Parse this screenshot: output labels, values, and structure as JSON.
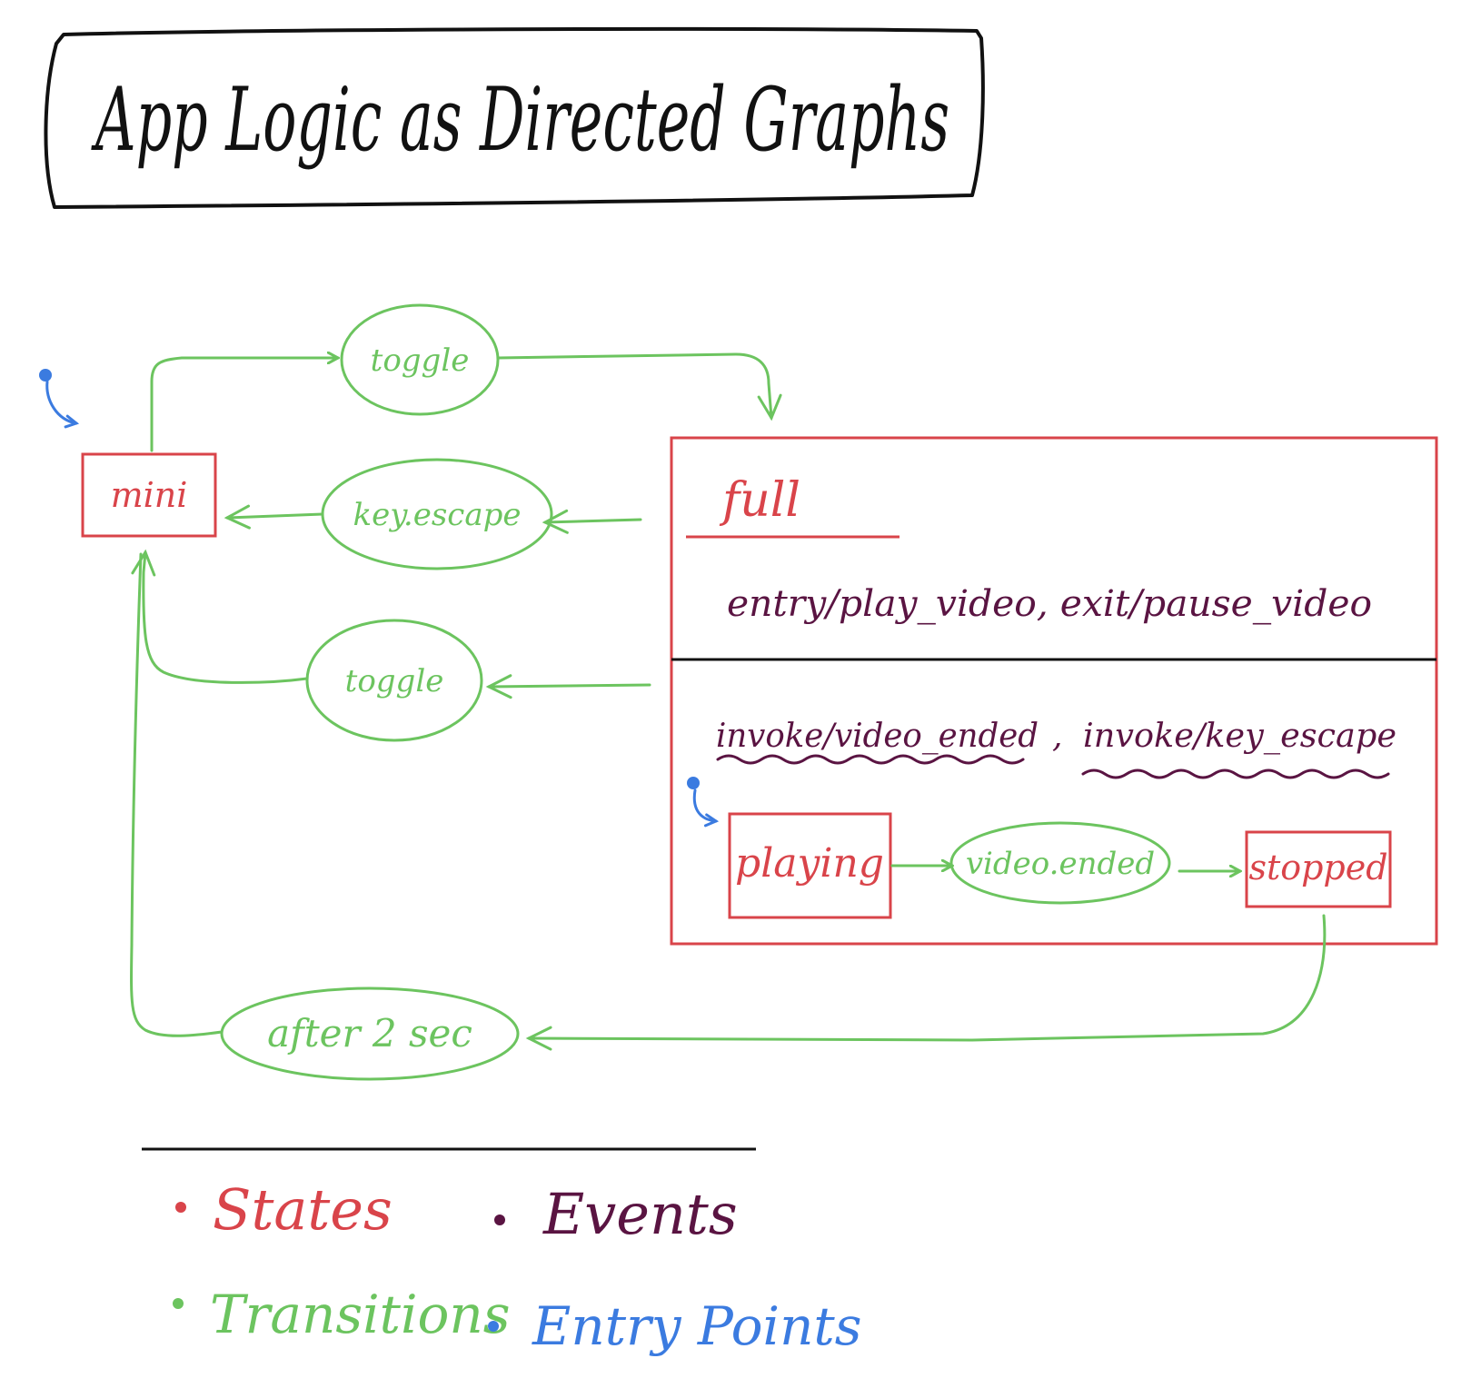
{
  "title": "App Logic as Directed Graphs",
  "colors": {
    "states": "#d9444a",
    "transitions": "#6cc45f",
    "events": "#5a1442",
    "entry_points": "#3b7be0",
    "ink": "#111111"
  },
  "states": {
    "mini": "mini",
    "full": "full",
    "playing": "playing",
    "stopped": "stopped"
  },
  "full_actions": "entry/play_video, exit/pause_video",
  "invokes": {
    "video_ended": "invoke/video_ended",
    "separator": ",",
    "key_escape": "invoke/key_escape"
  },
  "transitions": {
    "toggle_top": "toggle",
    "key_escape": "key.escape",
    "toggle_bottom": "toggle",
    "video_ended": "video.ended",
    "after_2_sec": "after 2 sec"
  },
  "legend": {
    "states": "States",
    "events": "Events",
    "transitions": "Transitions",
    "entry_points": "Entry Points"
  }
}
